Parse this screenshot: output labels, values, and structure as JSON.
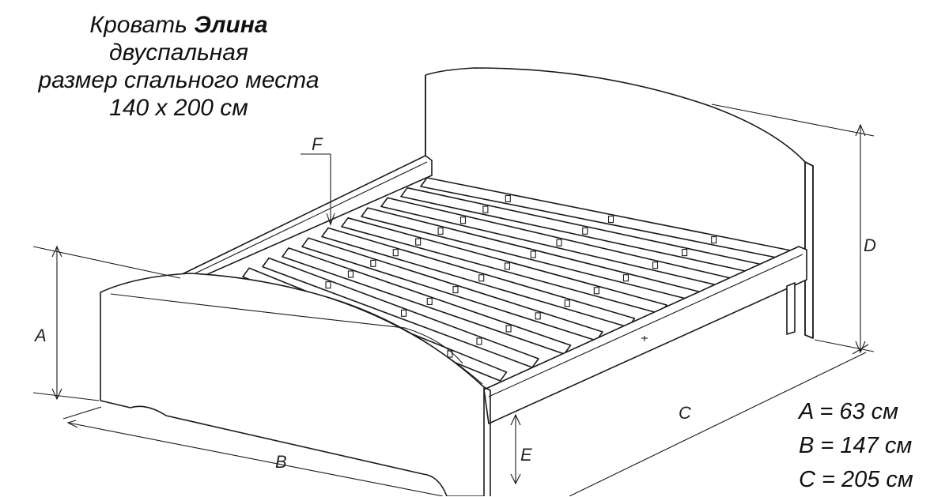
{
  "title": {
    "line1_prefix": "Кровать",
    "line1_name": "Элина",
    "line2": "двуспальная",
    "line3": "размер спального места",
    "line4": "140 х 200 см"
  },
  "dimension_labels": {
    "A": "A",
    "B": "B",
    "C": "C",
    "D": "D",
    "E": "E",
    "F": "F"
  },
  "legend": [
    "A = 63 см",
    "B = 147 см",
    "C = 205 см"
  ]
}
